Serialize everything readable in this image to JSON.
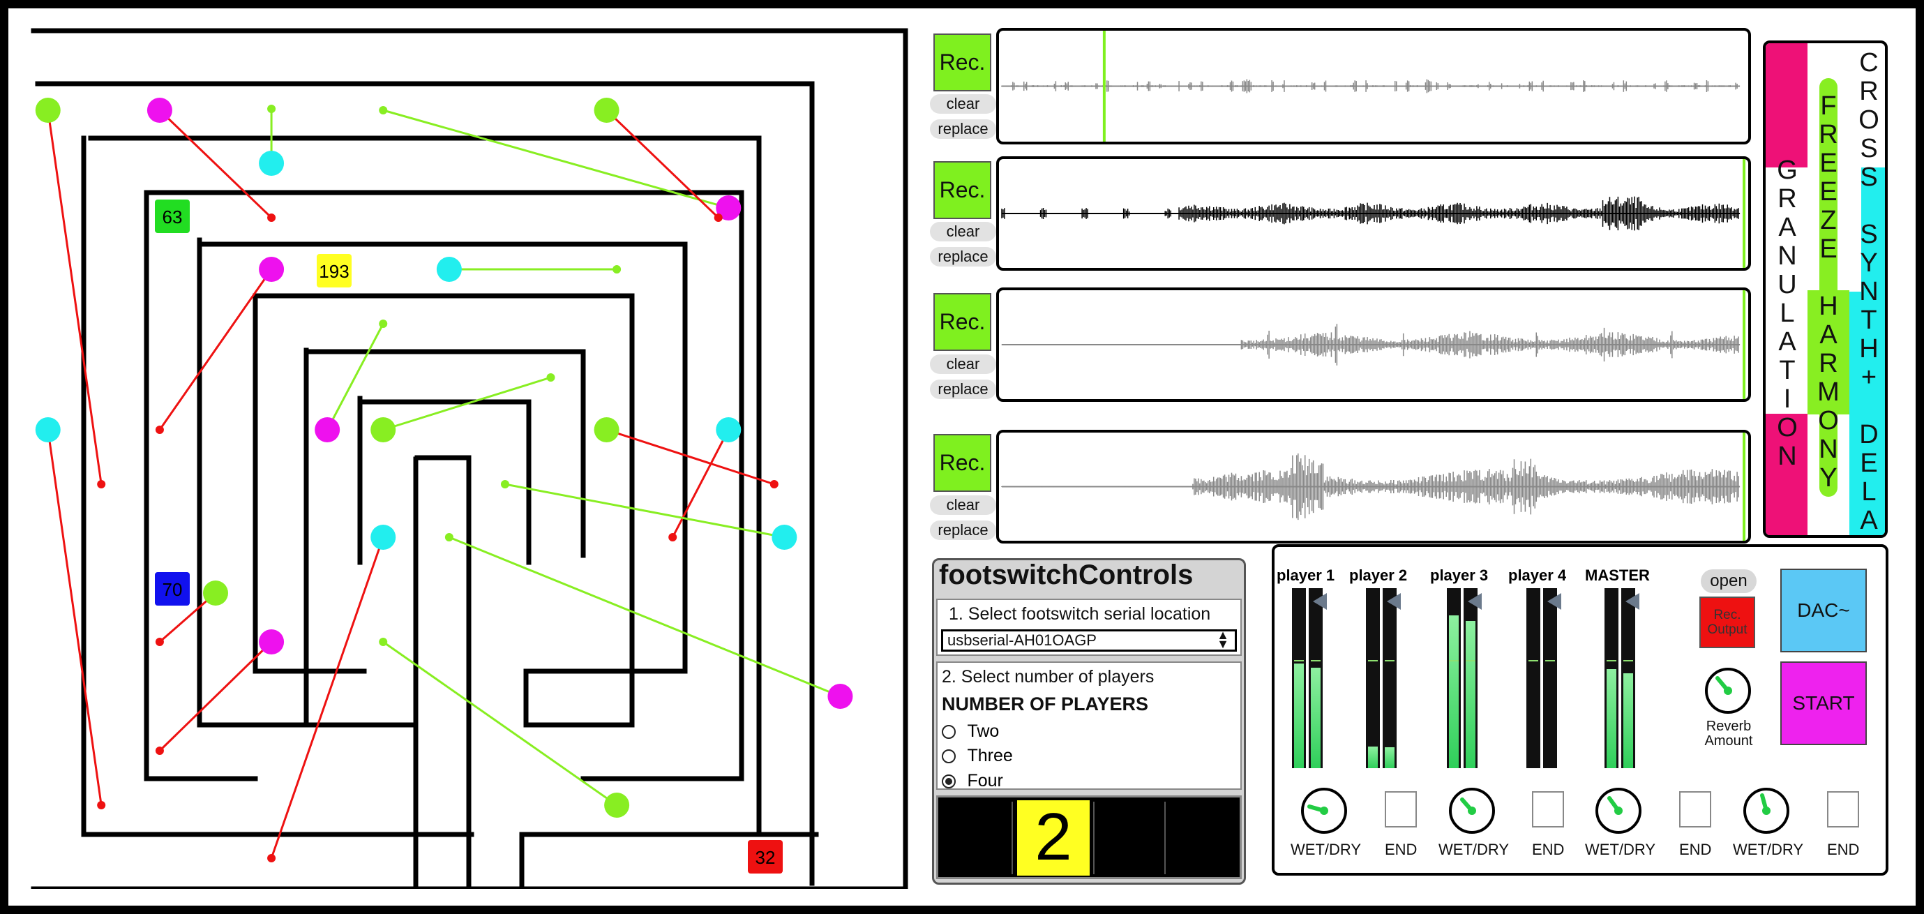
{
  "maze_labels": [
    {
      "text": "63",
      "color": "#22dd22"
    },
    {
      "text": "193",
      "color": "#ffff22"
    },
    {
      "text": "70",
      "color": "#1111ee"
    },
    {
      "text": "32",
      "color": "#ee1111"
    }
  ],
  "recorders": [
    {
      "rec": "Rec.",
      "clear": "clear",
      "replace": "replace"
    },
    {
      "rec": "Rec.",
      "clear": "clear",
      "replace": "replace"
    },
    {
      "rec": "Rec.",
      "clear": "clear",
      "replace": "replace"
    },
    {
      "rec": "Rec.",
      "clear": "clear",
      "replace": "replace"
    }
  ],
  "modes": {
    "granulation": {
      "label": "GRANULATION",
      "color": "#ee1177"
    },
    "freeze": {
      "label": "FREEZE HARMONY",
      "color": "#88ee22"
    },
    "cross": {
      "label": "CROSS SYNTH+ DELAY",
      "color": "#22eeee"
    }
  },
  "footswitch": {
    "title": "footswitchControls",
    "step1": "1. Select footswitch serial location",
    "serial": "usbserial-AH01OAGP",
    "step2": "2. Select number of players",
    "heading": "NUMBER OF PLAYERS",
    "options": [
      "Two",
      "Three",
      "Four"
    ],
    "selected": "Four",
    "display_number": "2"
  },
  "mixer": {
    "players": [
      "player 1",
      "player 2",
      "player 3",
      "player 4",
      "MASTER"
    ],
    "levels": [
      0.58,
      0.12,
      0.85,
      0,
      0.55
    ],
    "open": "open",
    "rec_output": "Rec. Output",
    "reverb": "Reverb Amount",
    "dac": "DAC~",
    "start": "START",
    "wet_dry": "WET/DRY",
    "end": "END"
  },
  "colors": {
    "rec_green": "#7ff01f",
    "dac_blue": "#5bc8f5",
    "start_magenta": "#ee22ee",
    "rec_output_red": "#ee1111"
  }
}
